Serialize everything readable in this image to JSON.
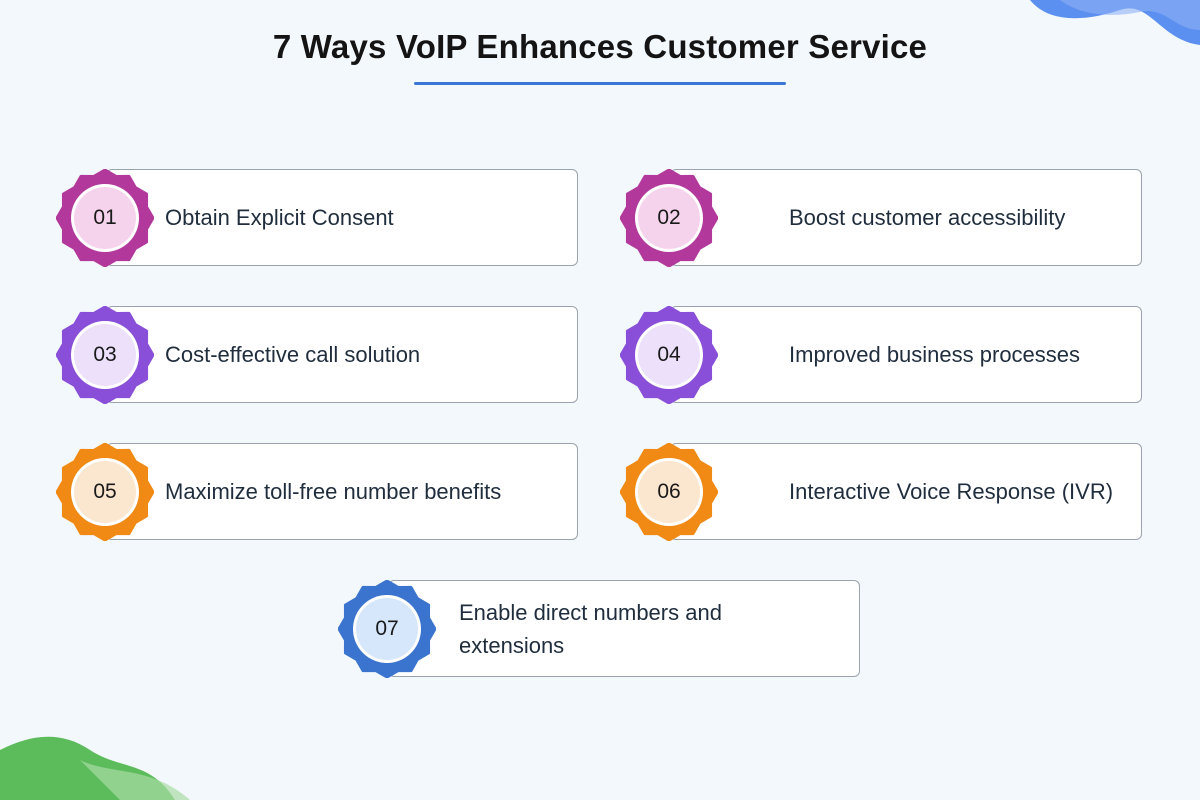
{
  "title": "7 Ways VoIP Enhances Customer Service",
  "items": [
    {
      "number": "01",
      "label": "Obtain Explicit Consent",
      "color": "#b2389b",
      "inner": "#f6d3ec"
    },
    {
      "number": "02",
      "label": "Boost customer accessibility",
      "color": "#b2389b",
      "inner": "#f6d3ec"
    },
    {
      "number": "03",
      "label": "Cost-effective call solution",
      "color": "#8a4fd9",
      "inner": "#ece0fb"
    },
    {
      "number": "04",
      "label": "Improved business processes",
      "color": "#8a4fd9",
      "inner": "#ece0fb"
    },
    {
      "number": "05",
      "label": "Maximize toll-free number benefits",
      "color": "#f08a14",
      "inner": "#fbe6cf"
    },
    {
      "number": "06",
      "label": "Interactive Voice Response (IVR)",
      "color": "#f08a14",
      "inner": "#fbe6cf"
    },
    {
      "number": "07",
      "label": "Enable direct numbers and extensions",
      "color": "#3a74cf",
      "inner": "#d6e6fb"
    }
  ],
  "decorations": {
    "top_right_color": "#5b8ff0",
    "bottom_left_color": "#5cbb5a"
  }
}
